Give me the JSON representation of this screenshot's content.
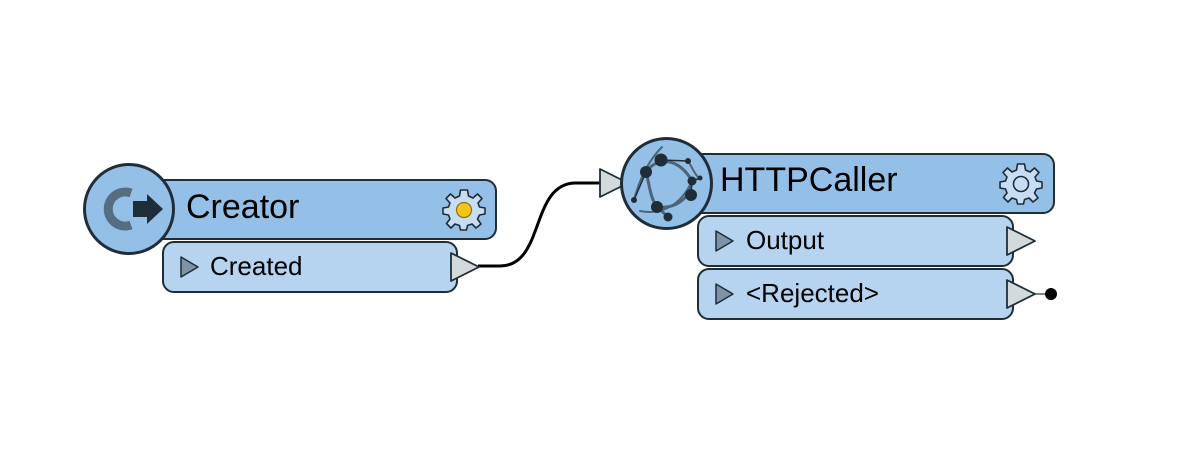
{
  "colors": {
    "header_fill": "#94bfe7",
    "port_fill": "#b6d4f0",
    "outline": "#1f2d38",
    "port_arrow_fill": "#d4d9dc",
    "gear_dot": "#f5c518",
    "connection_line": "#000000"
  },
  "transformers": [
    {
      "name": "Creator",
      "icon": "creator-icon",
      "settings_icon": "gear-icon-with-yellow-dot",
      "output_ports": [
        {
          "label": "Created",
          "connected": true
        }
      ]
    },
    {
      "name": "HTTPCaller",
      "icon": "network-globe-icon",
      "settings_icon": "gear-icon",
      "input_port": {
        "connected": true
      },
      "output_ports": [
        {
          "label": "Output",
          "connected": false
        },
        {
          "label": "<Rejected>",
          "connected": false,
          "terminated": true
        }
      ]
    }
  ],
  "connections": [
    {
      "from": "Creator.Created",
      "to": "HTTPCaller.input"
    }
  ]
}
